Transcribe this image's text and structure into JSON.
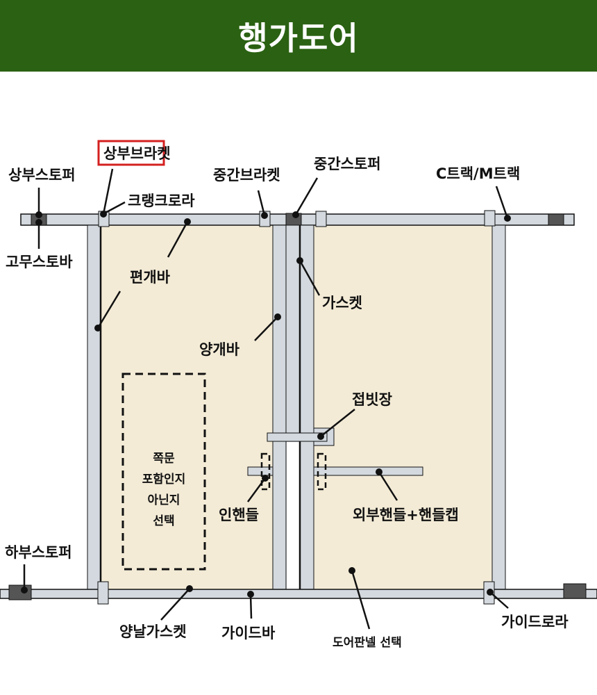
{
  "header": {
    "title": "행가도어",
    "bg_color": "#2a6112"
  },
  "colors": {
    "frame": "#d3d9de",
    "panel": "#f3ebd6",
    "stopper": "#555555",
    "highlight_border": "#d42020",
    "line": "#111111"
  },
  "labels": {
    "top_stopper": "상부스토퍼",
    "top_bracket": "상부브라켓",
    "crank_roller": "크랭크로라",
    "rubber_stopbar": "고무스토바",
    "single_bar": "편개바",
    "middle_bracket": "중간브라켓",
    "middle_stopper": "중간스토퍼",
    "track": "C트랙/M트랙",
    "gasket": "가스켓",
    "double_bar": "양개바",
    "hinge": "접빗장",
    "inner_handle": "인핸들",
    "outer_handle": "외부핸들+핸들캡",
    "bottom_stopper": "하부스토퍼",
    "double_gasket": "양날가스켓",
    "guide_bar": "가이드바",
    "door_panel": "도어판넬 선택",
    "guide_roller": "가이드로라"
  },
  "wicket_door": {
    "lines": [
      "쪽문",
      "포함인지",
      "아닌지",
      "선택"
    ]
  }
}
